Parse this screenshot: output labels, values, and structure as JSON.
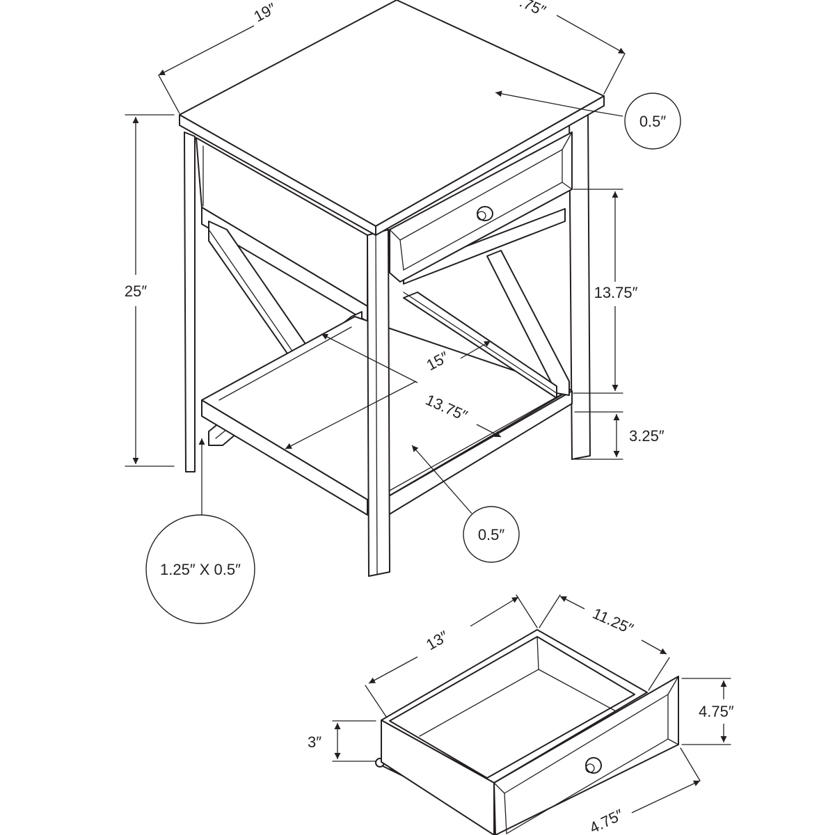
{
  "dimensions": {
    "top_width": "19″",
    "top_depth": ".75″",
    "top_thickness": "0.5″",
    "overall_height": "25″",
    "shelf_clearance": "13.75″",
    "shelf_height": "3.25″",
    "shelf_width": "15″",
    "shelf_depth": "13.75″",
    "shelf_thickness": "0.5″",
    "leg_size": "1.25″ X 0.5″",
    "drawer_width": "13″",
    "drawer_depth": "11.25″",
    "drawer_box_height": "3″",
    "drawer_front_height": "4.75″",
    "drawer_front_width": "4.75″"
  }
}
